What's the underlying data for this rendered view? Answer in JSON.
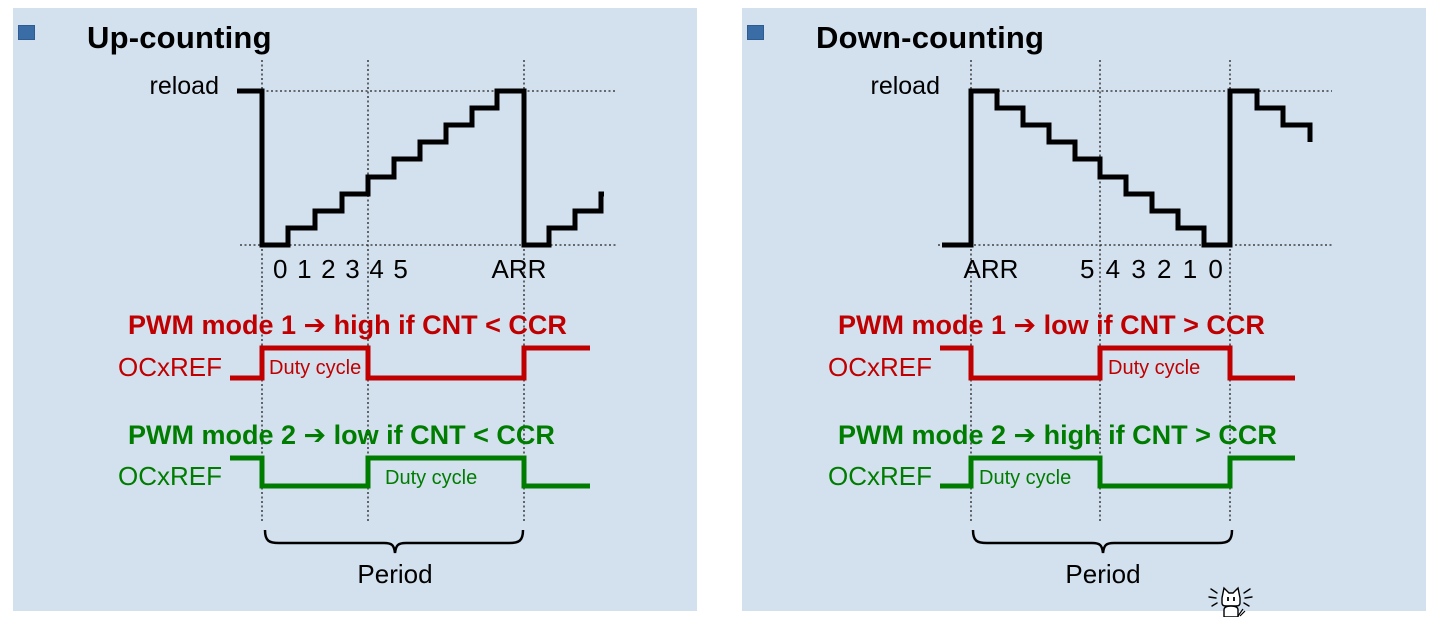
{
  "colors": {
    "panel_background": "#d3e1ef",
    "page_background": "#ffffff",
    "bullet_blue": "#3a6da6",
    "counter_black": "#000000",
    "pwm1_red": "#c00000",
    "pwm2_green": "#007d00"
  },
  "left_panel": {
    "title": "Up-counting",
    "counter": {
      "reload_label": "reload",
      "axis_ticks": "0 1 2 3 4 5",
      "arr_label": "ARR"
    },
    "pwm1": {
      "heading": "PWM mode 1 ➔ high if CNT < CCR",
      "signal_label": "OCxREF",
      "duty_label": "Duty cycle"
    },
    "pwm2": {
      "heading": "PWM mode 2 ➔ low if CNT < CCR",
      "signal_label": "OCxREF",
      "duty_label": "Duty cycle"
    },
    "period_label": "Period"
  },
  "right_panel": {
    "title": "Down-counting",
    "counter": {
      "reload_label": "reload",
      "axis_ticks": "5 4 3 2 1 0",
      "arr_label": "ARR"
    },
    "pwm1": {
      "heading": "PWM mode 1 ➔ low if CNT > CCR",
      "signal_label": "OCxREF",
      "duty_label": "Duty cycle"
    },
    "pwm2": {
      "heading": "PWM mode 2 ➔ high if CNT > CCR",
      "signal_label": "OCxREF",
      "duty_label": "Duty cycle"
    },
    "period_label": "Period"
  },
  "cursor": {
    "icon": "cat-busy-cursor"
  }
}
